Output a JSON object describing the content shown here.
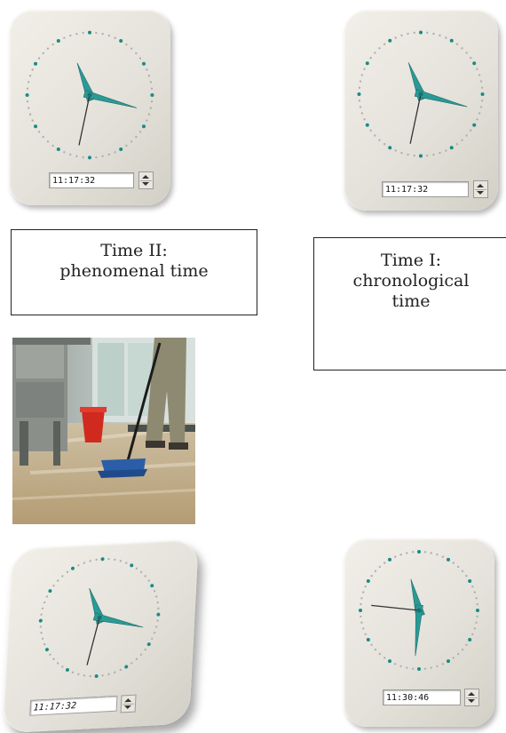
{
  "clocks": [
    {
      "id": "top-left",
      "time": "11:17:32"
    },
    {
      "id": "top-right",
      "time": "11:17:32"
    },
    {
      "id": "bottom-left",
      "time": "11:17:32"
    },
    {
      "id": "bottom-right",
      "time": "11:30:46"
    }
  ],
  "labels": {
    "time_two": {
      "line1": "Time II:",
      "line2": "phenomenal time"
    },
    "time_one": {
      "line1": "Time I:",
      "line2": "chronological",
      "line3": "time"
    }
  },
  "photo": {
    "subject": "person mopping a kitchen floor"
  },
  "colors": {
    "hand": "#2a9a96",
    "hand_dark": "#1d6f6c",
    "second_hand": "#333333",
    "dot": "#b0b0b0",
    "hour_dot": "#1a8a88"
  }
}
